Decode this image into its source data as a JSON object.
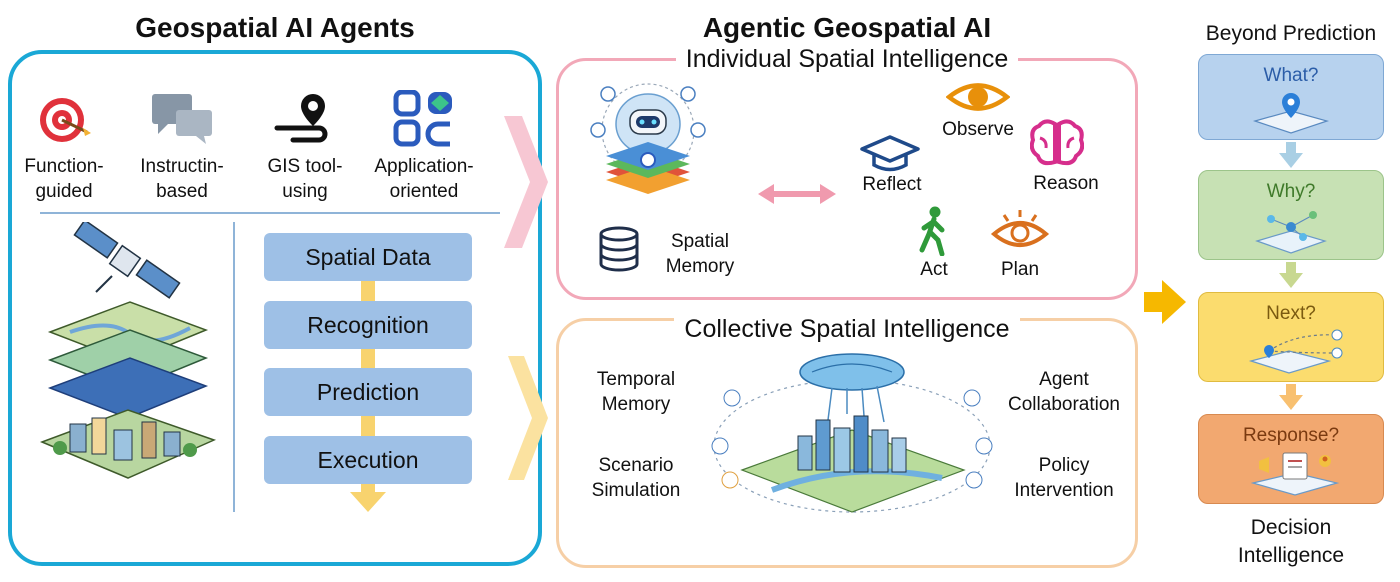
{
  "left": {
    "title": "Geospatial AI Agents",
    "agent_types": [
      {
        "line1": "Function-",
        "line2": "guided",
        "icon": "target-icon"
      },
      {
        "line1": "Instructin-",
        "line2": "based",
        "icon": "chat-bubbles-icon"
      },
      {
        "line1": "GIS tool-",
        "line2": "using",
        "icon": "map-pin-route-icon"
      },
      {
        "line1": "Application-",
        "line2": "oriented",
        "icon": "app-grid-icon"
      }
    ],
    "stages": [
      "Spatial Data",
      "Recognition",
      "Prediction",
      "Execution"
    ],
    "illustration": "satellite-map-layers-city-icon"
  },
  "middle": {
    "title": "Agentic Geospatial AI",
    "individual": {
      "title": "Individual Spatial Intelligence",
      "memory_line1": "Spatial",
      "memory_line2": "Memory",
      "capabilities": {
        "observe": "Observe",
        "reflect": "Reflect",
        "reason": "Reason",
        "act": "Act",
        "plan": "Plan"
      },
      "colors": {
        "observe": "#e8900a",
        "reflect": "#1f4a8a",
        "reason": "#d62e8c",
        "act": "#2f9a3a",
        "plan": "#d9701e"
      }
    },
    "collective": {
      "title": "Collective Spatial Intelligence",
      "temporal_line1": "Temporal",
      "temporal_line2": "Memory",
      "scenario_line1": "Scenario",
      "scenario_line2": "Simulation",
      "agent_line1": "Agent",
      "agent_line2": "Collaboration",
      "policy_line1": "Policy",
      "policy_line2": "Intervention"
    }
  },
  "right": {
    "title": "Beyond Prediction",
    "questions": [
      {
        "text": "What?",
        "color": "#b7d2ee",
        "text_color": "#2b5da8"
      },
      {
        "text": "Why?",
        "color": "#c7e1b4",
        "text_color": "#3f7a2a"
      },
      {
        "text": "Next?",
        "color": "#fbdc6e",
        "text_color": "#7a5a10"
      },
      {
        "text": "Response?",
        "color": "#f2a870",
        "text_color": "#7a3a10"
      }
    ],
    "footer_line1": "Decision",
    "footer_line2": "Intelligence"
  }
}
